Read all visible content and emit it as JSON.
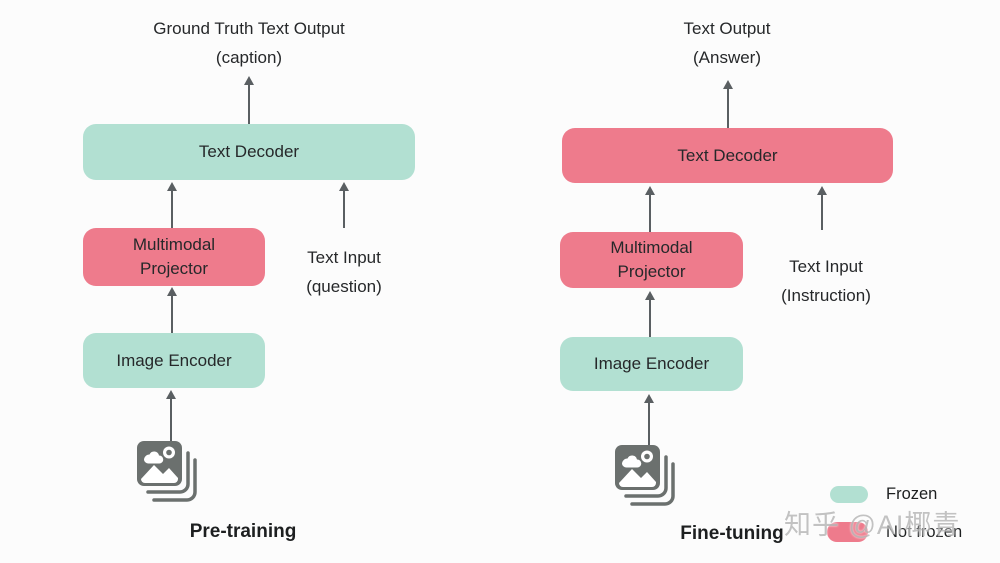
{
  "panels": [
    {
      "output_line1": "Ground Truth Text Output",
      "output_line2": "(caption)",
      "decoder_label": "Text Decoder",
      "decoder_state": "frozen",
      "projector_line1": "Multimodal",
      "projector_line2": "Projector",
      "projector_state": "not_frozen",
      "text_input_line1": "Text Input",
      "text_input_line2": "(question)",
      "encoder_label": "Image Encoder",
      "encoder_state": "frozen",
      "stage_label": "Pre-training"
    },
    {
      "output_line1": "Text Output",
      "output_line2": "(Answer)",
      "decoder_label": "Text Decoder",
      "decoder_state": "not_frozen",
      "projector_line1": "Multimodal",
      "projector_line2": "Projector",
      "projector_state": "not_frozen",
      "text_input_line1": "Text Input",
      "text_input_line2": "(Instruction)",
      "encoder_label": "Image Encoder",
      "encoder_state": "frozen",
      "stage_label": "Fine-tuning"
    }
  ],
  "legend": {
    "frozen": "Frozen",
    "not_frozen": "Not frozen"
  },
  "watermark": "知乎 @AI椰青",
  "colors": {
    "frozen": "#b2e0d2",
    "not_frozen": "#ee7b8c",
    "arrow": "#5a5f62",
    "icon_gray": "#6b706e",
    "label_text": "#26282a",
    "watermark_gray": "#b9b9b9",
    "background": "#fcfcfc"
  }
}
